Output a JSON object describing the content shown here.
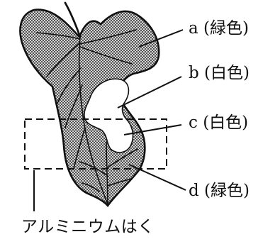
{
  "diagram": {
    "labels": [
      {
        "letter": "a",
        "color_note": "(緑色)"
      },
      {
        "letter": "b",
        "color_note": "(白色)"
      },
      {
        "letter": "c",
        "color_note": "(白色)"
      },
      {
        "letter": "d",
        "color_note": "(緑色)"
      }
    ],
    "caption": "アルミニウムはく"
  },
  "colors": {
    "leaf_fill": "#9a9a9a",
    "outline": "#111111",
    "white_region": "#ffffff"
  }
}
